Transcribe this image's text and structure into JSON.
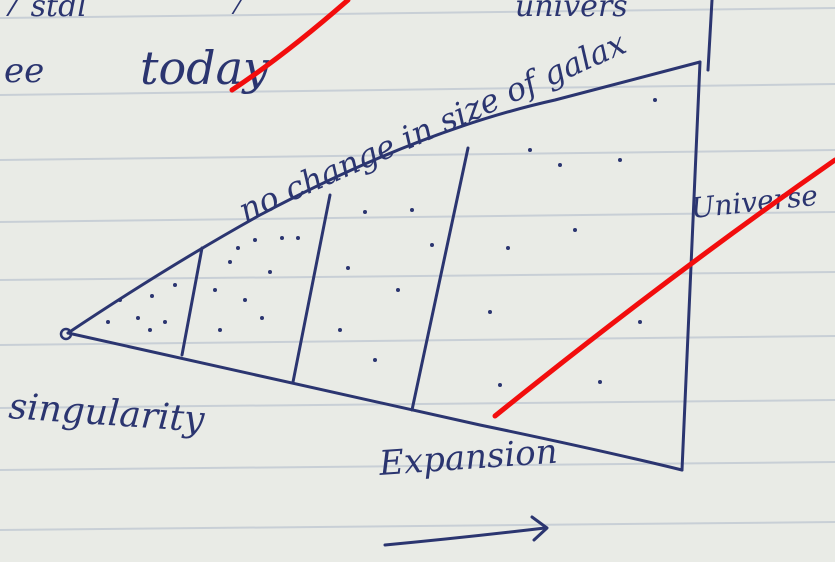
{
  "page": {
    "background": "#e9ebe6",
    "ruled_line_color": "#c8cfd6",
    "ink_color": "#2b3570",
    "highlight_color": "#f20d0d"
  },
  "top_fragments": {
    "left_fragment": "7 stdl",
    "mid_fragment": "7",
    "right_fragment": "univers",
    "line2_prefix": "ee",
    "today": "today"
  },
  "labels": {
    "no_change": "no change in size of galax",
    "universe": "Universe",
    "singularity": "singularity",
    "expansion": "Expansion"
  }
}
